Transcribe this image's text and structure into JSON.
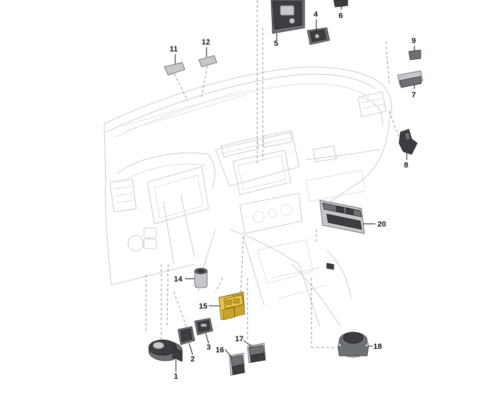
{
  "callouts": {
    "c1": "1",
    "c2": "2",
    "c3": "3",
    "c4": "4",
    "c5": "5",
    "c6": "6",
    "c7": "7",
    "c8": "8",
    "c9": "9",
    "c11": "11",
    "c12": "12",
    "c14": "14",
    "c15": "15",
    "c16": "16",
    "c17": "17",
    "c18": "18",
    "c20": "20"
  },
  "colors": {
    "highlight": "#e9c547",
    "part": "#3b3d40",
    "dashboard_line": "#c9ced6"
  }
}
